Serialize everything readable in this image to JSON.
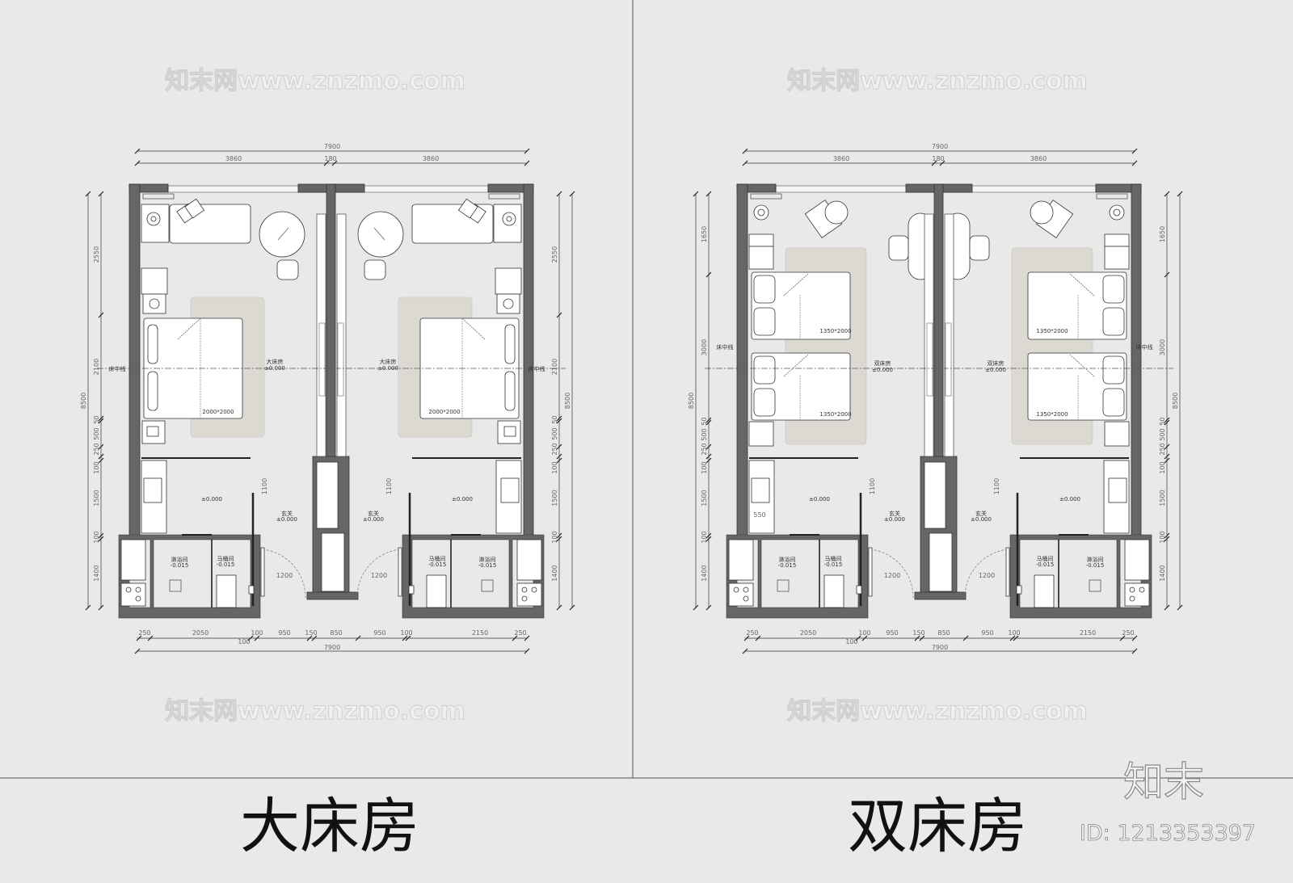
{
  "colors": {
    "background": "#e9e9e9",
    "wall": "#666666",
    "rug": "#dcd8d2",
    "furniture": "#ffffff",
    "line": "#333333"
  },
  "panels": [
    {
      "title": "大床房",
      "type": "king",
      "dims": {
        "top_total": "7900",
        "top_parts": [
          "3860",
          "180",
          "3860"
        ],
        "side_parts": [
          "2550",
          "2100",
          "50",
          "500",
          "250",
          "100",
          "1500",
          "100",
          "1400"
        ],
        "side_total": "8500",
        "bottom_parts": [
          "250",
          "2050",
          "100",
          "950",
          "150",
          "850",
          "950",
          "100",
          "2150",
          "250"
        ],
        "bottom_extra": "100",
        "bottom_total": "7900"
      },
      "labels": {
        "centerline": "床中线",
        "room": "大床房",
        "room_level": "±0.000",
        "bed_size": "2000*2000",
        "vanity_level": "±0.000",
        "foyer": "玄关",
        "foyer_level": "±0.000",
        "foyer_depth": "1100",
        "door_width": "1200",
        "shower": "淋浴间",
        "toilet": "马桶间",
        "wet_level": "-0.015"
      }
    },
    {
      "title": "双床房",
      "type": "twin",
      "dims": {
        "top_total": "7900",
        "top_parts": [
          "3860",
          "180",
          "3860"
        ],
        "side_parts": [
          "1650",
          "3000",
          "50",
          "500",
          "250",
          "100",
          "1500",
          "100",
          "1400"
        ],
        "side_total": "8500",
        "bottom_parts": [
          "250",
          "2050",
          "100",
          "950",
          "150",
          "850",
          "950",
          "100",
          "2150",
          "250"
        ],
        "bottom_extra": "100",
        "bottom_total": "7900"
      },
      "labels": {
        "centerline": "床中线",
        "room": "双床房",
        "room_level": "±0.000",
        "bed_size": "1350*2000",
        "vanity_level": "±0.000",
        "vanity_note": "550",
        "foyer": "玄关",
        "foyer_level": "±0.000",
        "foyer_depth": "1100",
        "door_width": "1200",
        "shower": "淋浴间",
        "toilet": "马桶间",
        "wet_level": "-0.015"
      }
    }
  ],
  "watermark": {
    "text": "知末网www.znzmo.com",
    "logo": "知末",
    "id": "ID: 1213353397"
  }
}
